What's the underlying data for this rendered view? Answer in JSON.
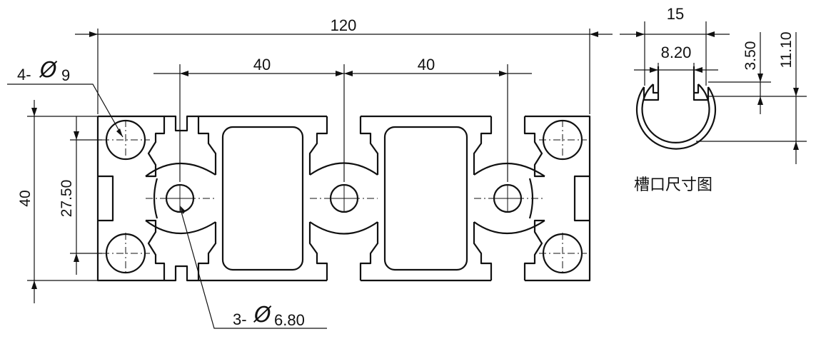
{
  "dimensions": {
    "overall_width": "120",
    "pitch_left": "40",
    "pitch_right": "40",
    "overall_height": "40",
    "hole_spacing": "27.50",
    "corner_holes_count": "4-",
    "corner_holes_diameter": "9",
    "center_holes_count": "3-",
    "center_holes_diameter": "6.80",
    "diameter_symbol": "Ø"
  },
  "slot_detail": {
    "width": "15",
    "opening": "8.20",
    "lip_depth": "3.50",
    "slot_depth": "11.10",
    "caption": "槽口尺寸图"
  }
}
